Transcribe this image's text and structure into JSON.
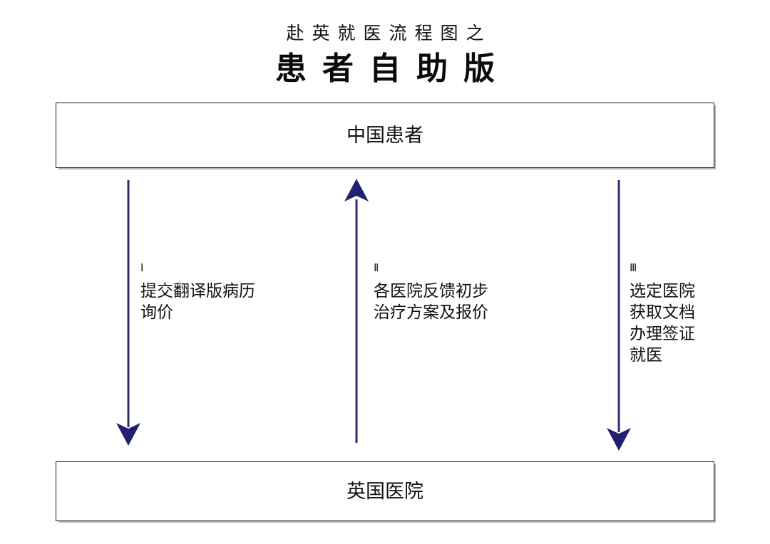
{
  "title": {
    "line_small": "赴英就医流程图之",
    "line_large": "患者自助版"
  },
  "colors": {
    "arrow_line": "#2e2e6b",
    "arrow_head": "#21216f",
    "box_border": "#1b1b1b",
    "box_shadow": "#787878",
    "text": "#111111",
    "background": "#ffffff"
  },
  "actors": {
    "top": {
      "label": "中国患者"
    },
    "bottom": {
      "label": "英国医院"
    }
  },
  "steps": [
    {
      "numeral": "Ⅰ",
      "direction": "down",
      "from": "中国患者",
      "to": "英国医院",
      "lines": [
        "提交翻译版病历",
        "询价"
      ],
      "text": "提交翻译版病历\n询价"
    },
    {
      "numeral": "Ⅱ",
      "direction": "up",
      "from": "英国医院",
      "to": "中国患者",
      "lines": [
        "各医院反馈初步",
        "治疗方案及报价"
      ],
      "text": "各医院反馈初步\n治疗方案及报价"
    },
    {
      "numeral": "Ⅲ",
      "direction": "down",
      "from": "中国患者",
      "to": "英国医院",
      "lines": [
        "选定医院",
        "获取文档",
        "办理签证",
        "就医"
      ],
      "text": "选定医院\n获取文档\n办理签证\n就医"
    }
  ]
}
